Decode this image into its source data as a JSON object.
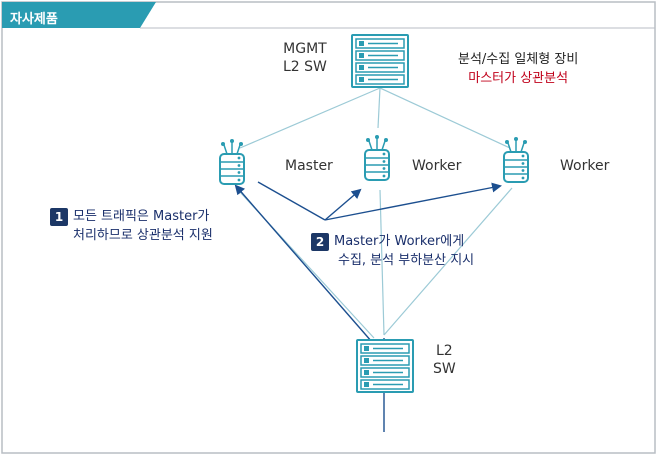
{
  "header": {
    "tab_label": "자사제품"
  },
  "nodes": {
    "mgmt_switch": {
      "line1": "MGMT",
      "line2": "L2 SW"
    },
    "master": {
      "label": "Master"
    },
    "worker_1": {
      "label": "Worker"
    },
    "worker_2": {
      "label": "Worker"
    },
    "l2_switch": {
      "line1": "L2",
      "line2": "SW"
    }
  },
  "annotation": {
    "line1": "분석/수집 일체형 장비",
    "line2": "마스터가 상관분석"
  },
  "steps": [
    {
      "number": "1",
      "line1": "모든 트래픽은 Master가",
      "line2": "처리하므로 상관분석 지원"
    },
    {
      "number": "2",
      "line1": "Master가 Worker에게",
      "line2": "수집, 분석 부하분산 지시"
    }
  ],
  "colors": {
    "accent": "#2a9cb2",
    "line": "#9ccad6",
    "arrow": "#1c4f8f",
    "badge": "#1c3766",
    "highlight": "#c0001a",
    "frame": "#b9bec4"
  },
  "icons": {
    "server": "server-rack-icon",
    "database": "database-node-icon"
  }
}
